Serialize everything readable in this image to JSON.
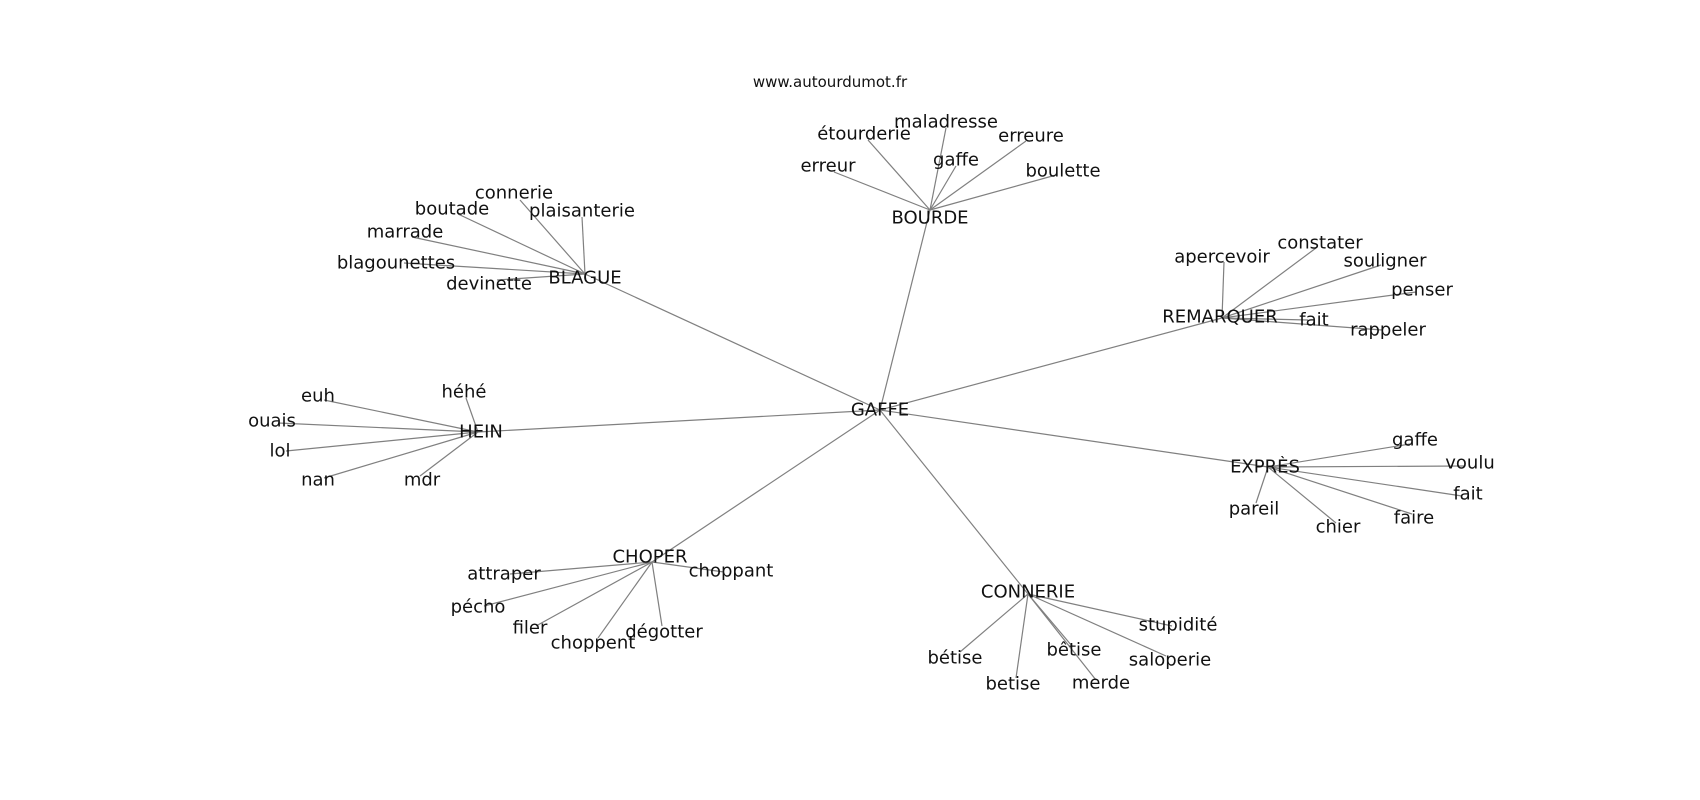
{
  "header": {
    "site": "www.autourdumot.fr"
  },
  "graph": {
    "center": "GAFFE",
    "clusters": [
      {
        "hub": "BOURDE",
        "words": [
          "maladresse",
          "étourderie",
          "erreure",
          "gaffe",
          "erreur",
          "boulette"
        ]
      },
      {
        "hub": "BLAGUE",
        "words": [
          "connerie",
          "boutade",
          "plaisanterie",
          "marrade",
          "blagounettes",
          "devinette"
        ]
      },
      {
        "hub": "REMARQUER",
        "words": [
          "apercevoir",
          "constater",
          "souligner",
          "penser",
          "fait",
          "rappeler"
        ]
      },
      {
        "hub": "HEIN",
        "words": [
          "héhé",
          "euh",
          "ouais",
          "lol",
          "nan",
          "mdr"
        ]
      },
      {
        "hub": "EXPRÈS",
        "words": [
          "gaffe",
          "voulu",
          "fait",
          "pareil",
          "chier",
          "faire"
        ]
      },
      {
        "hub": "CHOPER",
        "words": [
          "attraper",
          "choppant",
          "pécho",
          "filer",
          "choppent",
          "dégotter"
        ]
      },
      {
        "hub": "CONNERIE",
        "words": [
          "stupidité",
          "bêtise",
          "saloperie",
          "bétise",
          "betise",
          "merde"
        ]
      }
    ]
  }
}
